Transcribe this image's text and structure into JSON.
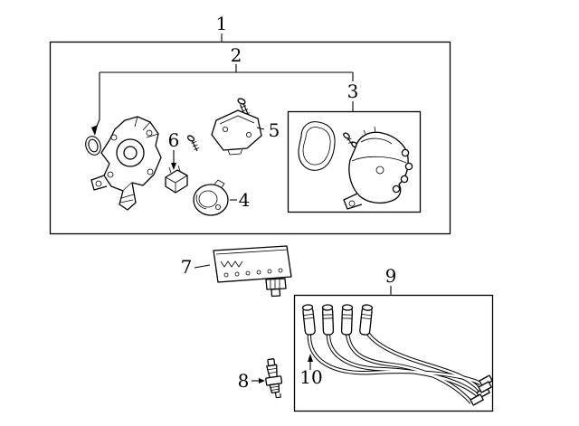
{
  "page": {
    "background_color": "#ffffff",
    "line_color": "#000000"
  },
  "callouts": {
    "c1": "1",
    "c2": "2",
    "c3": "3",
    "c4": "4",
    "c5": "5",
    "c6": "6",
    "c7": "7",
    "c8": "8",
    "c9": "9",
    "c10": "10"
  }
}
